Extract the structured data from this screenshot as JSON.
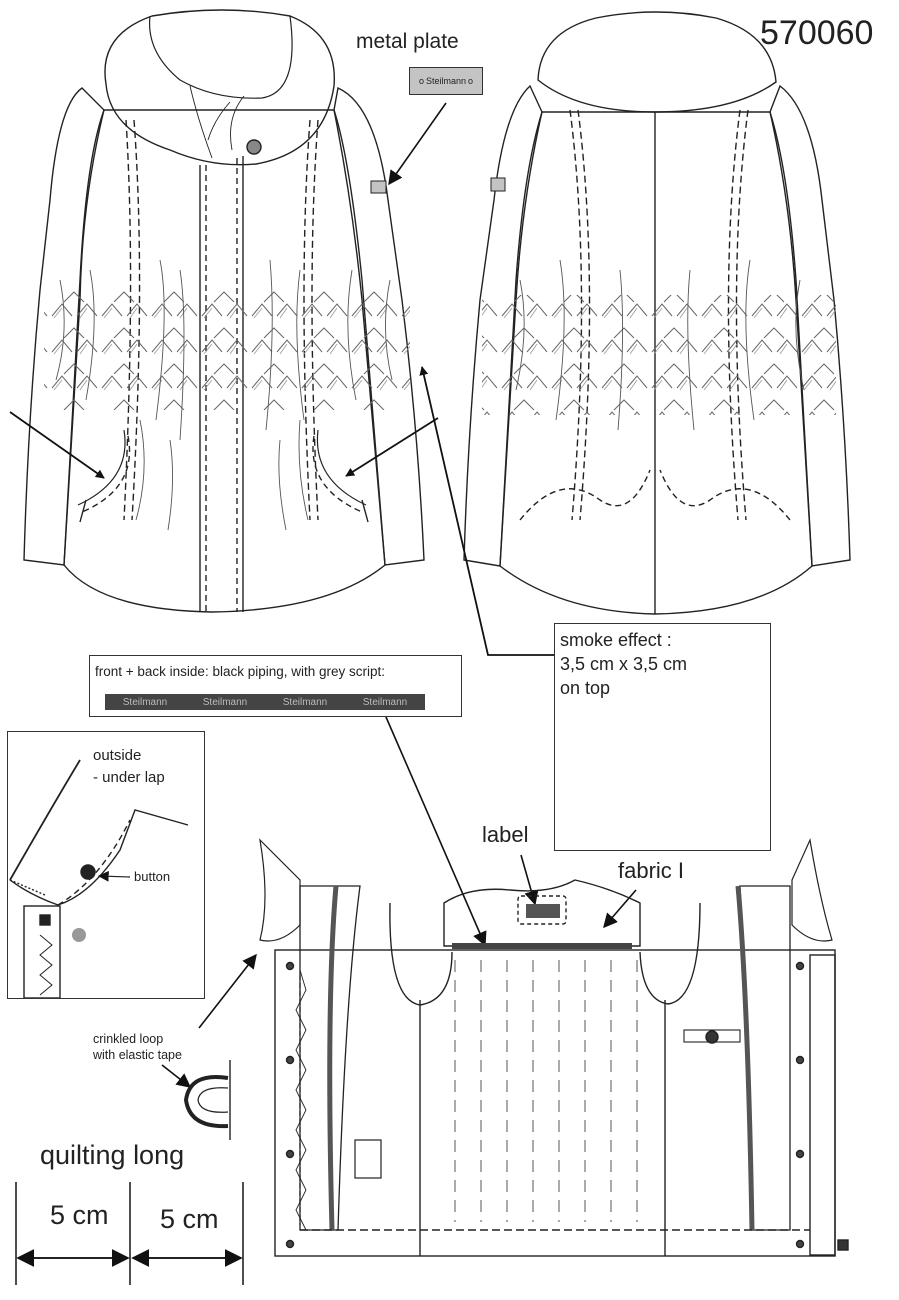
{
  "style_number": "570060",
  "labels": {
    "metal_plate": "metal plate",
    "plate_brand": "Steilmann",
    "smoke_effect": [
      "smoke effect :",
      "3,5 cm  x 3,5 cm",
      "on top"
    ],
    "piping": "front + back inside: black piping, with grey script:",
    "piping_script": [
      "Steilmann",
      "Steilmann",
      "Steilmann",
      "Steilmann"
    ],
    "outside": [
      "outside",
      " - under lap"
    ],
    "button": "button",
    "crinkled_loop": [
      "crinkled loop",
      "with elastic tape"
    ],
    "label": "label",
    "fabric": "fabric I",
    "quilting": "quilting long",
    "cm_left": "5 cm",
    "cm_right": "5 cm"
  },
  "colors": {
    "line": "#222222",
    "plate": "#c4c4c4",
    "piping": "#444444",
    "panel": "#dddddd"
  }
}
